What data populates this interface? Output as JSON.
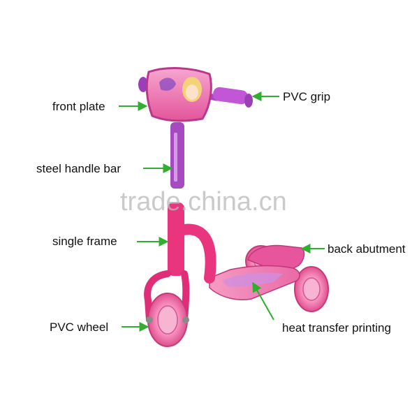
{
  "labels": {
    "front_plate": "front plate",
    "pvc_grip": "PVC grip",
    "steel_handle_bar": "steel handle bar",
    "single_frame": "single frame",
    "back_abutment": "back abutment",
    "pvc_wheel": "PVC wheel",
    "heat_transfer_printing": "heat transfer printing"
  },
  "watermark": "trade.china.cn",
  "colors": {
    "arrow": "#2fae2f",
    "frame_pink": "#e8357e",
    "deck_pink": "#f07aad",
    "wheel_pink": "#f36ea8",
    "purple": "#a64bbf"
  }
}
